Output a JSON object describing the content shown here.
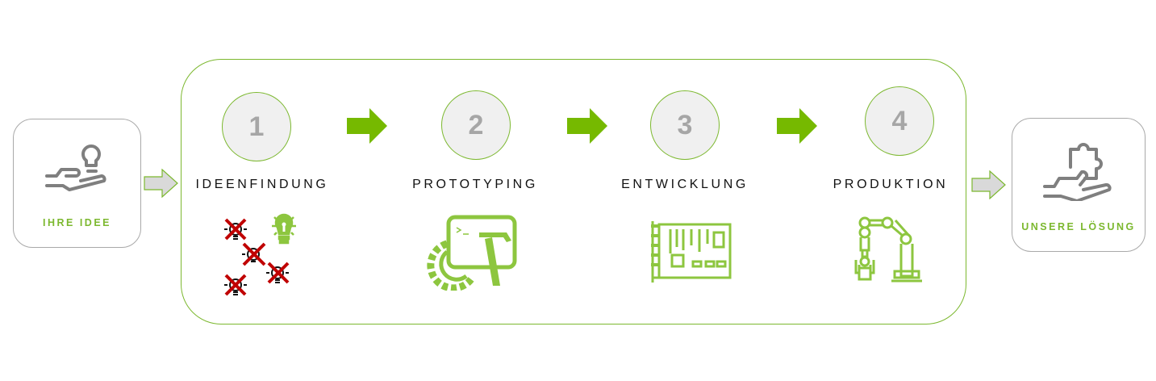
{
  "start": {
    "label": "IHRE IDEE",
    "icon": "hand-lightbulb-icon"
  },
  "end": {
    "label": "UNSERE LÖSUNG",
    "icon": "hand-puzzle-icon"
  },
  "steps": [
    {
      "number": "1",
      "label": "IDEENFINDUNG",
      "icon": "lightbulbs-crossed-icon"
    },
    {
      "number": "2",
      "label": "PROTOTYPING",
      "icon": "hammer-gear-screen-icon"
    },
    {
      "number": "3",
      "label": "ENTWICKLUNG",
      "icon": "circuit-board-icon"
    },
    {
      "number": "4",
      "label": "PRODUKTION",
      "icon": "robot-arm-icon"
    }
  ],
  "colors": {
    "accent": "#76b900",
    "icon_green": "#8dc63f",
    "gray": "#7f7f7f",
    "cross_red": "#c00000"
  }
}
